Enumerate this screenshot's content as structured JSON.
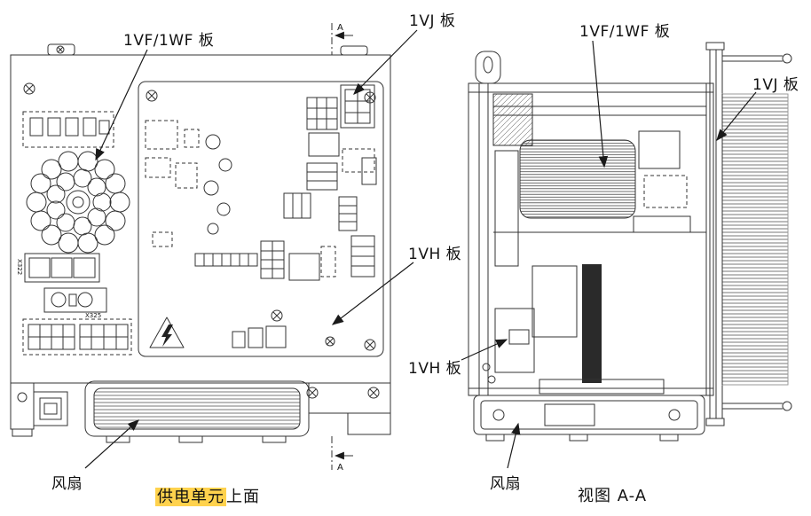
{
  "left_view": {
    "board_label": "1VF/1WF 板",
    "vj_label": "1VJ 板",
    "vh_label": "1VH 板",
    "fan_label": "风扇",
    "caption_highlighted": "供电单元",
    "caption_suffix": "上面",
    "section_letter_top": "A",
    "section_letter_bottom": "A",
    "connector_ref_1": "X322",
    "connector_ref_2": "X325"
  },
  "right_view": {
    "board_label": "1VF/1WF 板",
    "vj_label": "1VJ 板",
    "vh_label": "1VH 板",
    "fan_label": "风扇",
    "caption": "视图 A-A"
  },
  "colors": {
    "line": "#333333",
    "label_text": "#111111",
    "highlight": "#ffd24d",
    "background": "#ffffff"
  }
}
